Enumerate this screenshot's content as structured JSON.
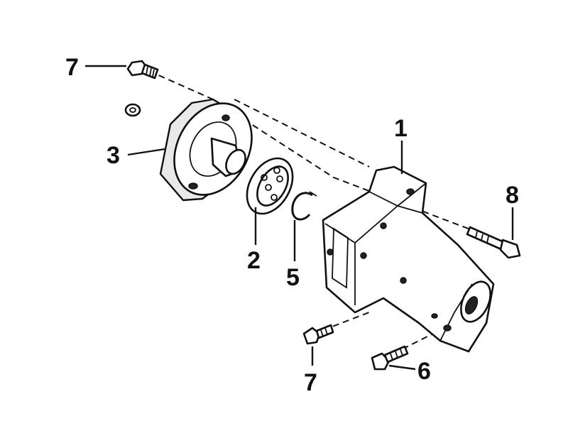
{
  "diagram": {
    "callouts": [
      "7",
      "3",
      "2",
      "5",
      "1",
      "8",
      "7",
      "6"
    ],
    "colors": {
      "ink": "#111111",
      "paper": "#ffffff",
      "shade": "#e9e9e9"
    }
  }
}
